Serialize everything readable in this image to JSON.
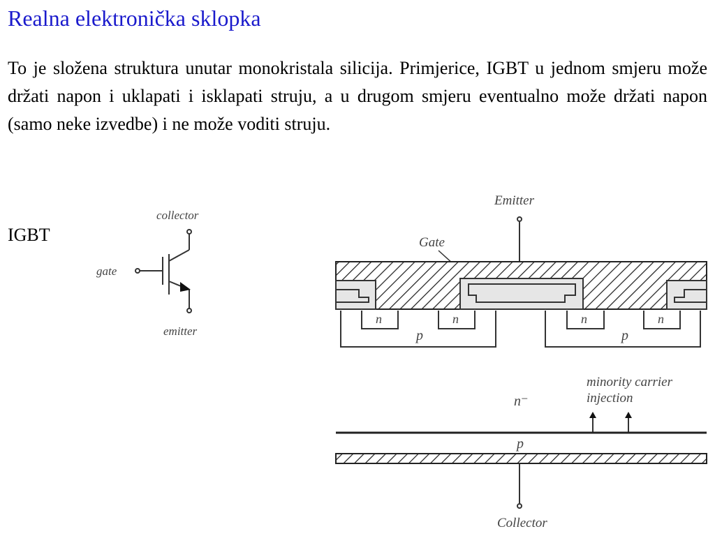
{
  "slide": {
    "title": "Realna elektronička sklopka",
    "paragraph": "To je složena struktura unutar monokristala silicija. Primjerice, IGBT u jednom smjeru može držati napon i uklapati i isklapati struju, a u drugom smjeru eventualno može držati napon (samo neke izvedbe) i ne može voditi struju.",
    "device_label": "IGBT"
  },
  "symbol": {
    "collector": "collector",
    "gate": "gate",
    "emitter": "emitter"
  },
  "cross_section": {
    "emitter": "Emitter",
    "gate": "Gate",
    "n_region": "n",
    "p_region": "p",
    "n_minus": "n⁻",
    "minority_line1": "minority carrier",
    "minority_line2": "injection",
    "p_layer": "p",
    "collector": "Collector"
  }
}
